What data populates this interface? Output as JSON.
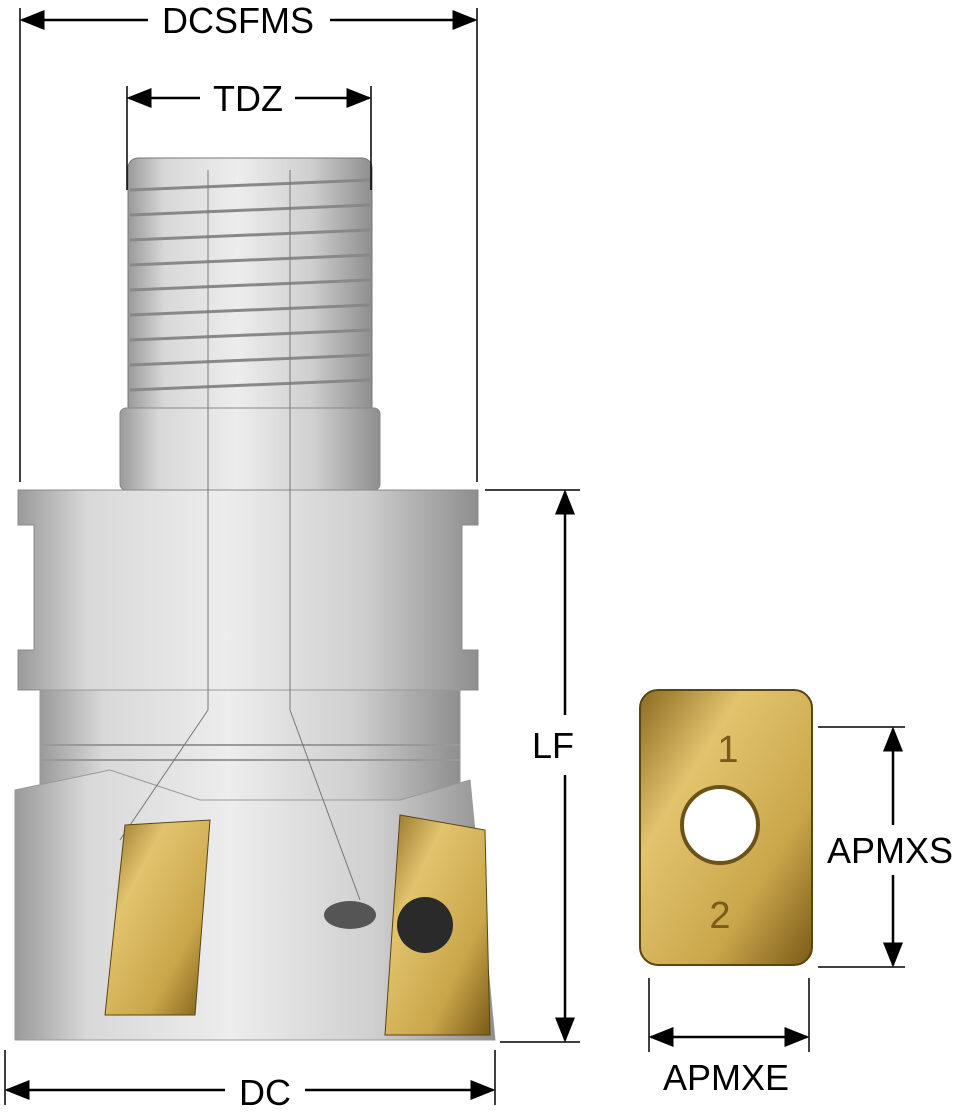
{
  "labels": {
    "dcsfms": "DCSFMS",
    "tdz": "TDZ",
    "lf": "LF",
    "dc": "DC",
    "apmxs": "APMXS",
    "apmxe": "APMXE"
  },
  "insert_markings": {
    "top": "1",
    "bottom": "2"
  },
  "colors": {
    "steel": "#c9c9c9",
    "insert_gold": "#c9a64a",
    "line": "#000000"
  }
}
